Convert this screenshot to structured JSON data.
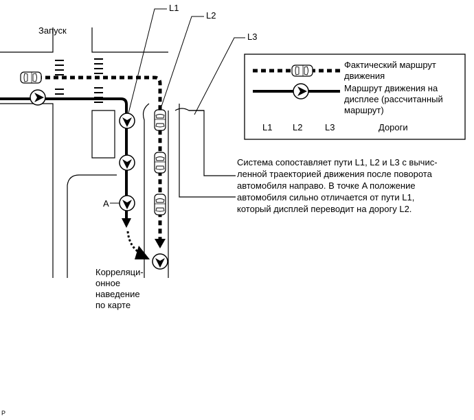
{
  "labels": {
    "start": "Запуск",
    "l1": "L1",
    "l2": "L2",
    "l3": "L3",
    "point_a": "A"
  },
  "legend": {
    "actual_route": "Фактический маршрут движения",
    "display_route": "Маршрут движения на дисплее (рассчитанный маршрут)",
    "road_l1": "L1",
    "road_l2": "L2",
    "road_l3": "L3",
    "roads": "Дороги"
  },
  "description": "Система сопоставляет пути L1, L2 и L3 с вычис-\nленной траекторией движения после поворота\nавтомобиля направо. В точке A положение\nавтомобиля сильно отличается от пути L1,\nкоторый дисплей переводит на дорогу L2.",
  "correlation": "Корреляци-\nонное\nнаведение\nпо карте",
  "footer": "P"
}
